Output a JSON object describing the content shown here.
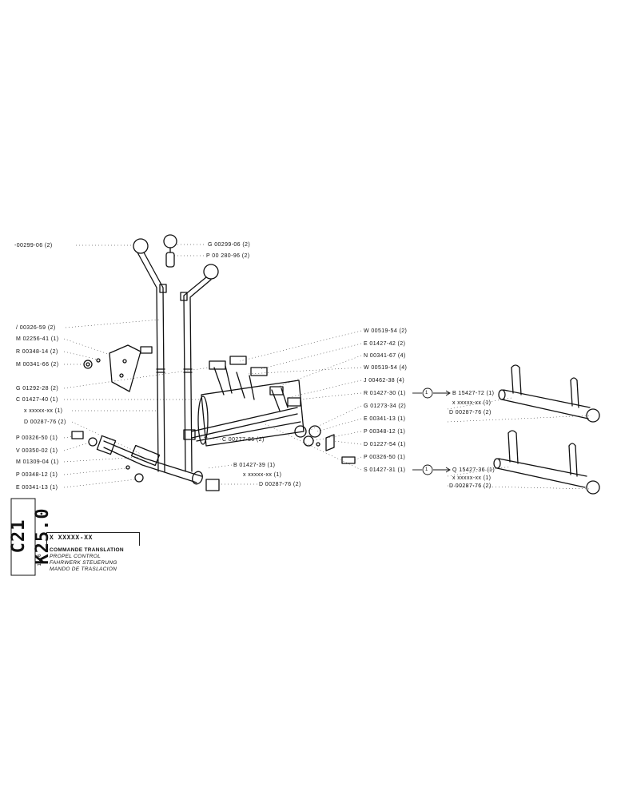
{
  "labels_left": [
    {
      "id": "l1",
      "text": "-00299-06 (2)"
    },
    {
      "id": "l2",
      "text": "/ 00326-59 (2)"
    },
    {
      "id": "l3",
      "text": "M 02256-41 (1)"
    },
    {
      "id": "l4",
      "text": "R 00348-14 (2)"
    },
    {
      "id": "l5",
      "text": "M 00341-66 (2)"
    },
    {
      "id": "l6",
      "text": "G 01292-28 (2)"
    },
    {
      "id": "l7",
      "text": "C 01427-40 (1)"
    },
    {
      "id": "l8",
      "text": "x xxxxx-xx (1)"
    },
    {
      "id": "l9",
      "text": "D 00287-76 (2)"
    },
    {
      "id": "l10",
      "text": "P 00326-50 (1)"
    },
    {
      "id": "l11",
      "text": "V 00350-02 (1)"
    },
    {
      "id": "l12",
      "text": "M 01309-04 (1)"
    },
    {
      "id": "l13",
      "text": "P 00348-12 (1)"
    },
    {
      "id": "l14",
      "text": "E 00341-13 (1)"
    }
  ],
  "labels_center": [
    {
      "id": "c1",
      "text": "G 00299-06 (2)"
    },
    {
      "id": "c2",
      "text": "P 00 280-96 (2)"
    },
    {
      "id": "c3",
      "text": "C 00277-86 (2)"
    },
    {
      "id": "c4",
      "text": "B 01427-39 (1)"
    },
    {
      "id": "c5",
      "text": "x xxxxx-xx (1)"
    },
    {
      "id": "c6",
      "text": "D 00287-76 (2)"
    }
  ],
  "labels_right": [
    {
      "id": "r1",
      "text": "W 00519-54 (2)"
    },
    {
      "id": "r2",
      "text": "E 01427-42 (2)"
    },
    {
      "id": "r3",
      "text": "N 00341-67 (4)"
    },
    {
      "id": "r4",
      "text": "W 00519-54 (4)"
    },
    {
      "id": "r5",
      "text": "J 00462-38 (4)"
    },
    {
      "id": "r6",
      "text": "R 01427-30 (1)"
    },
    {
      "id": "r7",
      "text": "G 01273-34 (2)"
    },
    {
      "id": "r8",
      "text": "E 00341-13 (1)"
    },
    {
      "id": "r9",
      "text": "P 00348-12 (1)"
    },
    {
      "id": "r10",
      "text": "D 01227-54 (1)"
    },
    {
      "id": "r11",
      "text": "P 00326-50 (1)"
    },
    {
      "id": "r12",
      "text": "S 01427-31 (1)"
    }
  ],
  "callouts": {
    "ref_symbol": "1",
    "b_label": "B 15427-72 (1)",
    "b_sub1": "x xxxxx-xx (1)",
    "b_sub2": "D 00287-76 (2)",
    "q_label": "Q 15427-36 (1)",
    "q_sub1": "x xxxxx-xx (1)",
    "q_sub2": "D 00287-76 (2)"
  },
  "title_block": {
    "group_code": "C21 K25.0",
    "date": "11-76",
    "drawing_code": "X XXXXX-XX",
    "lines": [
      "COMMANDE TRANSLATION",
      "PROPEL CONTROL",
      "FAHRWERK STEUERUNG",
      "MANDO DE TRASLACION"
    ]
  },
  "colors": {
    "ink": "#111111",
    "paper": "#ffffff"
  }
}
